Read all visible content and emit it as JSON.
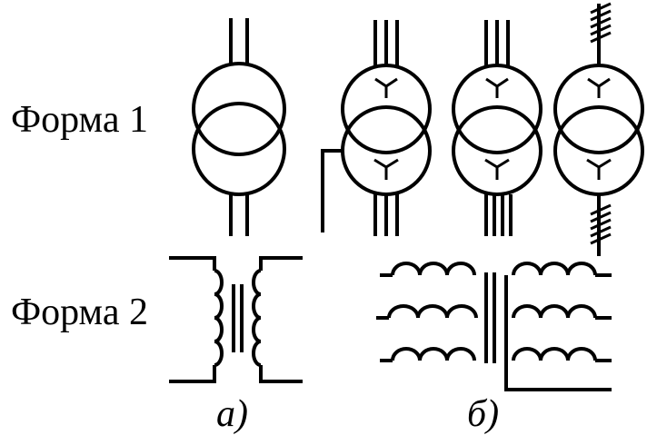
{
  "labels": {
    "form1": "Форма 1",
    "form2": "Форма 2",
    "a": "а)",
    "b": "б)"
  },
  "colors": {
    "background": "#ffffff",
    "stroke": "#000000"
  },
  "symbols": {
    "form1": [
      "two-winding-transformer",
      "star-star-with-neutral",
      "star-star",
      "star-star-hatched"
    ],
    "form2": [
      "single-phase-core-transformer",
      "three-phase-core-transformer"
    ]
  }
}
